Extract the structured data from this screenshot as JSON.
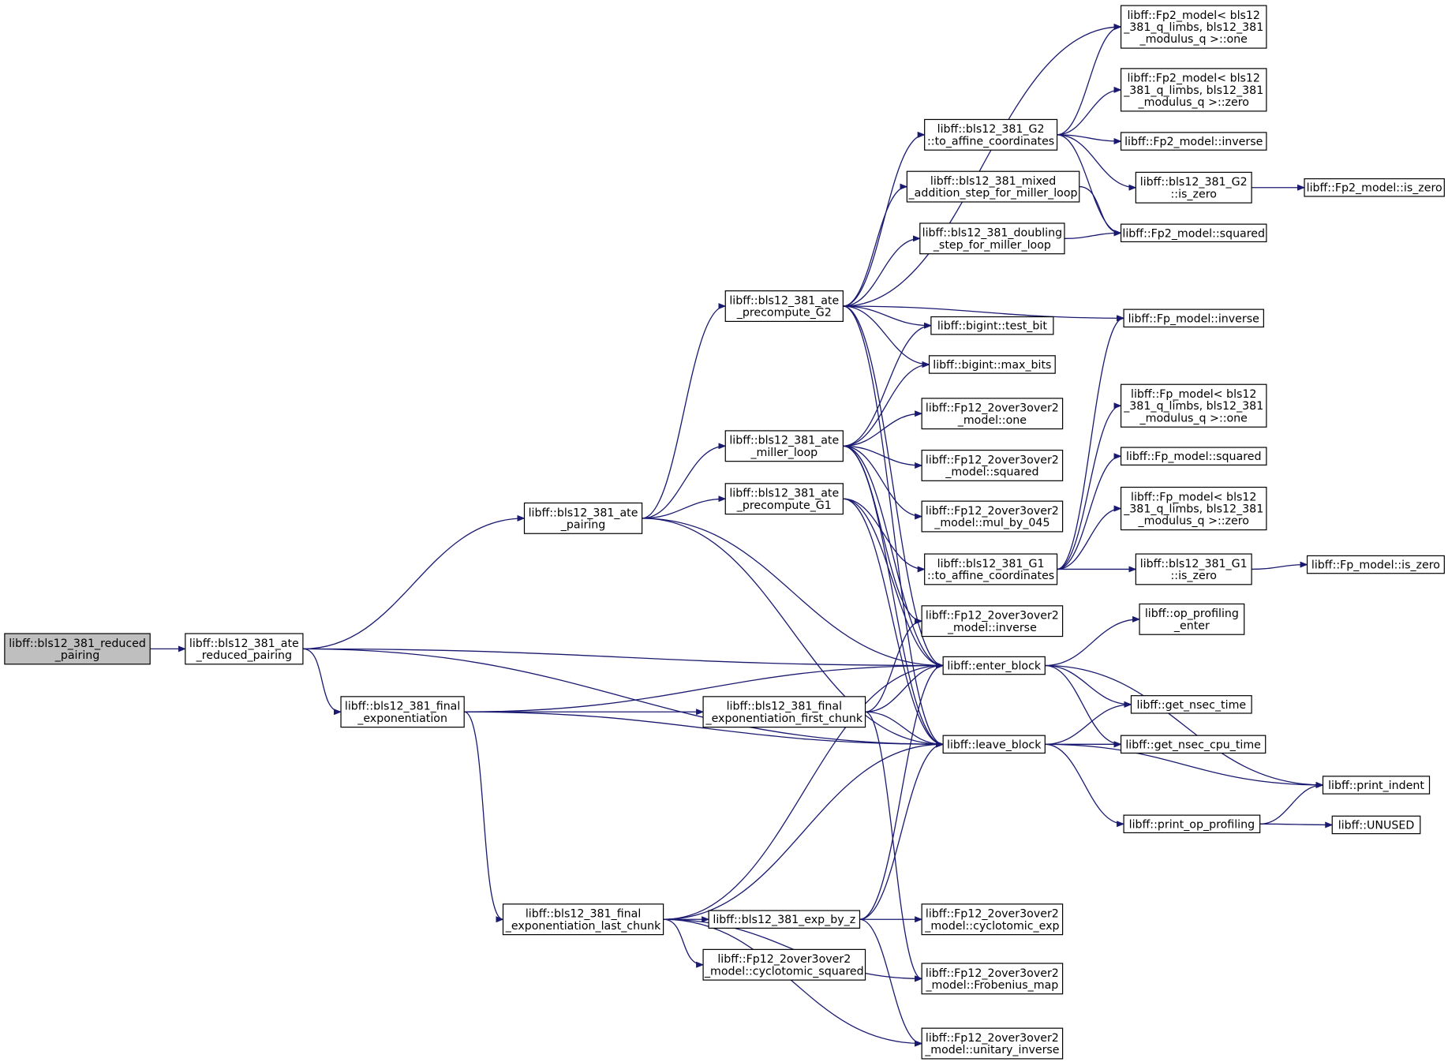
{
  "colors": {
    "edge": "#191970",
    "root_fill": "#bfbfbf",
    "node_fill": "#ffffff",
    "node_border": "#000000"
  },
  "nodes": {
    "root": {
      "lines": [
        "libff::bls12_381_reduced",
        "_pairing"
      ]
    },
    "ate_reduced_pairing": {
      "lines": [
        "libff::bls12_381_ate",
        "_reduced_pairing"
      ]
    },
    "ate_pairing": {
      "lines": [
        "libff::bls12_381_ate",
        "_pairing"
      ]
    },
    "final_exponentiation": {
      "lines": [
        "libff::bls12_381_final",
        "_exponentiation"
      ]
    },
    "final_exp_last_chunk": {
      "lines": [
        "libff::bls12_381_final",
        "_exponentiation_last_chunk"
      ]
    },
    "ate_precompute_g2": {
      "lines": [
        "libff::bls12_381_ate",
        "_precompute_G2"
      ]
    },
    "ate_miller_loop": {
      "lines": [
        "libff::bls12_381_ate",
        "_miller_loop"
      ]
    },
    "ate_precompute_g1": {
      "lines": [
        "libff::bls12_381_ate",
        "_precompute_G1"
      ]
    },
    "final_exp_first_chunk": {
      "lines": [
        "libff::bls12_381_final",
        "_exponentiation_first_chunk"
      ]
    },
    "exp_by_z": {
      "lines": [
        "libff::bls12_381_exp_by_z"
      ]
    },
    "fp12_cyclotomic_squared": {
      "lines": [
        "libff::Fp12_2over3over2",
        "_model::cyclotomic_squared"
      ]
    },
    "g2_to_affine": {
      "lines": [
        "libff::bls12_381_G2",
        "::to_affine_coordinates"
      ]
    },
    "mixed_addition_step": {
      "lines": [
        "libff::bls12_381_mixed",
        "_addition_step_for_miller_loop"
      ]
    },
    "doubling_step": {
      "lines": [
        "libff::bls12_381_doubling",
        "_step_for_miller_loop"
      ]
    },
    "bigint_test_bit": {
      "lines": [
        "libff::bigint::test_bit"
      ]
    },
    "bigint_max_bits": {
      "lines": [
        "libff::bigint::max_bits"
      ]
    },
    "fp12_one": {
      "lines": [
        "libff::Fp12_2over3over2",
        "_model::one"
      ]
    },
    "fp12_squared": {
      "lines": [
        "libff::Fp12_2over3over2",
        "_model::squared"
      ]
    },
    "fp12_mul_by_045": {
      "lines": [
        "libff::Fp12_2over3over2",
        "_model::mul_by_045"
      ]
    },
    "g1_to_affine": {
      "lines": [
        "libff::bls12_381_G1",
        "::to_affine_coordinates"
      ]
    },
    "fp12_inverse": {
      "lines": [
        "libff::Fp12_2over3over2",
        "_model::inverse"
      ]
    },
    "enter_block": {
      "lines": [
        "libff::enter_block"
      ]
    },
    "leave_block": {
      "lines": [
        "libff::leave_block"
      ]
    },
    "fp12_cyclotomic_exp": {
      "lines": [
        "libff::Fp12_2over3over2",
        "_model::cyclotomic_exp"
      ]
    },
    "fp12_frobenius_map": {
      "lines": [
        "libff::Fp12_2over3over2",
        "_model::Frobenius_map"
      ]
    },
    "fp12_unitary_inverse": {
      "lines": [
        "libff::Fp12_2over3over2",
        "_model::unitary_inverse"
      ]
    },
    "fp2_one": {
      "lines": [
        "libff::Fp2_model< bls12",
        "_381_q_limbs, bls12_381",
        "_modulus_q >::one"
      ]
    },
    "fp2_zero": {
      "lines": [
        "libff::Fp2_model< bls12",
        "_381_q_limbs, bls12_381",
        "_modulus_q >::zero"
      ]
    },
    "fp2_inverse": {
      "lines": [
        "libff::Fp2_model::inverse"
      ]
    },
    "g2_is_zero": {
      "lines": [
        "libff::bls12_381_G2",
        "::is_zero"
      ]
    },
    "fp2_squared": {
      "lines": [
        "libff::Fp2_model::squared"
      ]
    },
    "fp_inverse": {
      "lines": [
        "libff::Fp_model::inverse"
      ]
    },
    "fp_one": {
      "lines": [
        "libff::Fp_model< bls12",
        "_381_q_limbs, bls12_381",
        "_modulus_q >::one"
      ]
    },
    "fp_squared": {
      "lines": [
        "libff::Fp_model::squared"
      ]
    },
    "fp_zero": {
      "lines": [
        "libff::Fp_model< bls12",
        "_381_q_limbs, bls12_381",
        "_modulus_q >::zero"
      ]
    },
    "g1_is_zero": {
      "lines": [
        "libff::bls12_381_G1",
        "::is_zero"
      ]
    },
    "op_profiling_enter": {
      "lines": [
        "libff::op_profiling",
        "_enter"
      ]
    },
    "get_nsec_time": {
      "lines": [
        "libff::get_nsec_time"
      ]
    },
    "get_nsec_cpu_time": {
      "lines": [
        "libff::get_nsec_cpu_time"
      ]
    },
    "print_op_profiling": {
      "lines": [
        "libff::print_op_profiling"
      ]
    },
    "fp2_is_zero": {
      "lines": [
        "libff::Fp2_model::is_zero"
      ]
    },
    "fp_is_zero": {
      "lines": [
        "libff::Fp_model::is_zero"
      ]
    },
    "print_indent": {
      "lines": [
        "libff::print_indent"
      ]
    },
    "unused": {
      "lines": [
        "libff::UNUSED"
      ]
    }
  }
}
